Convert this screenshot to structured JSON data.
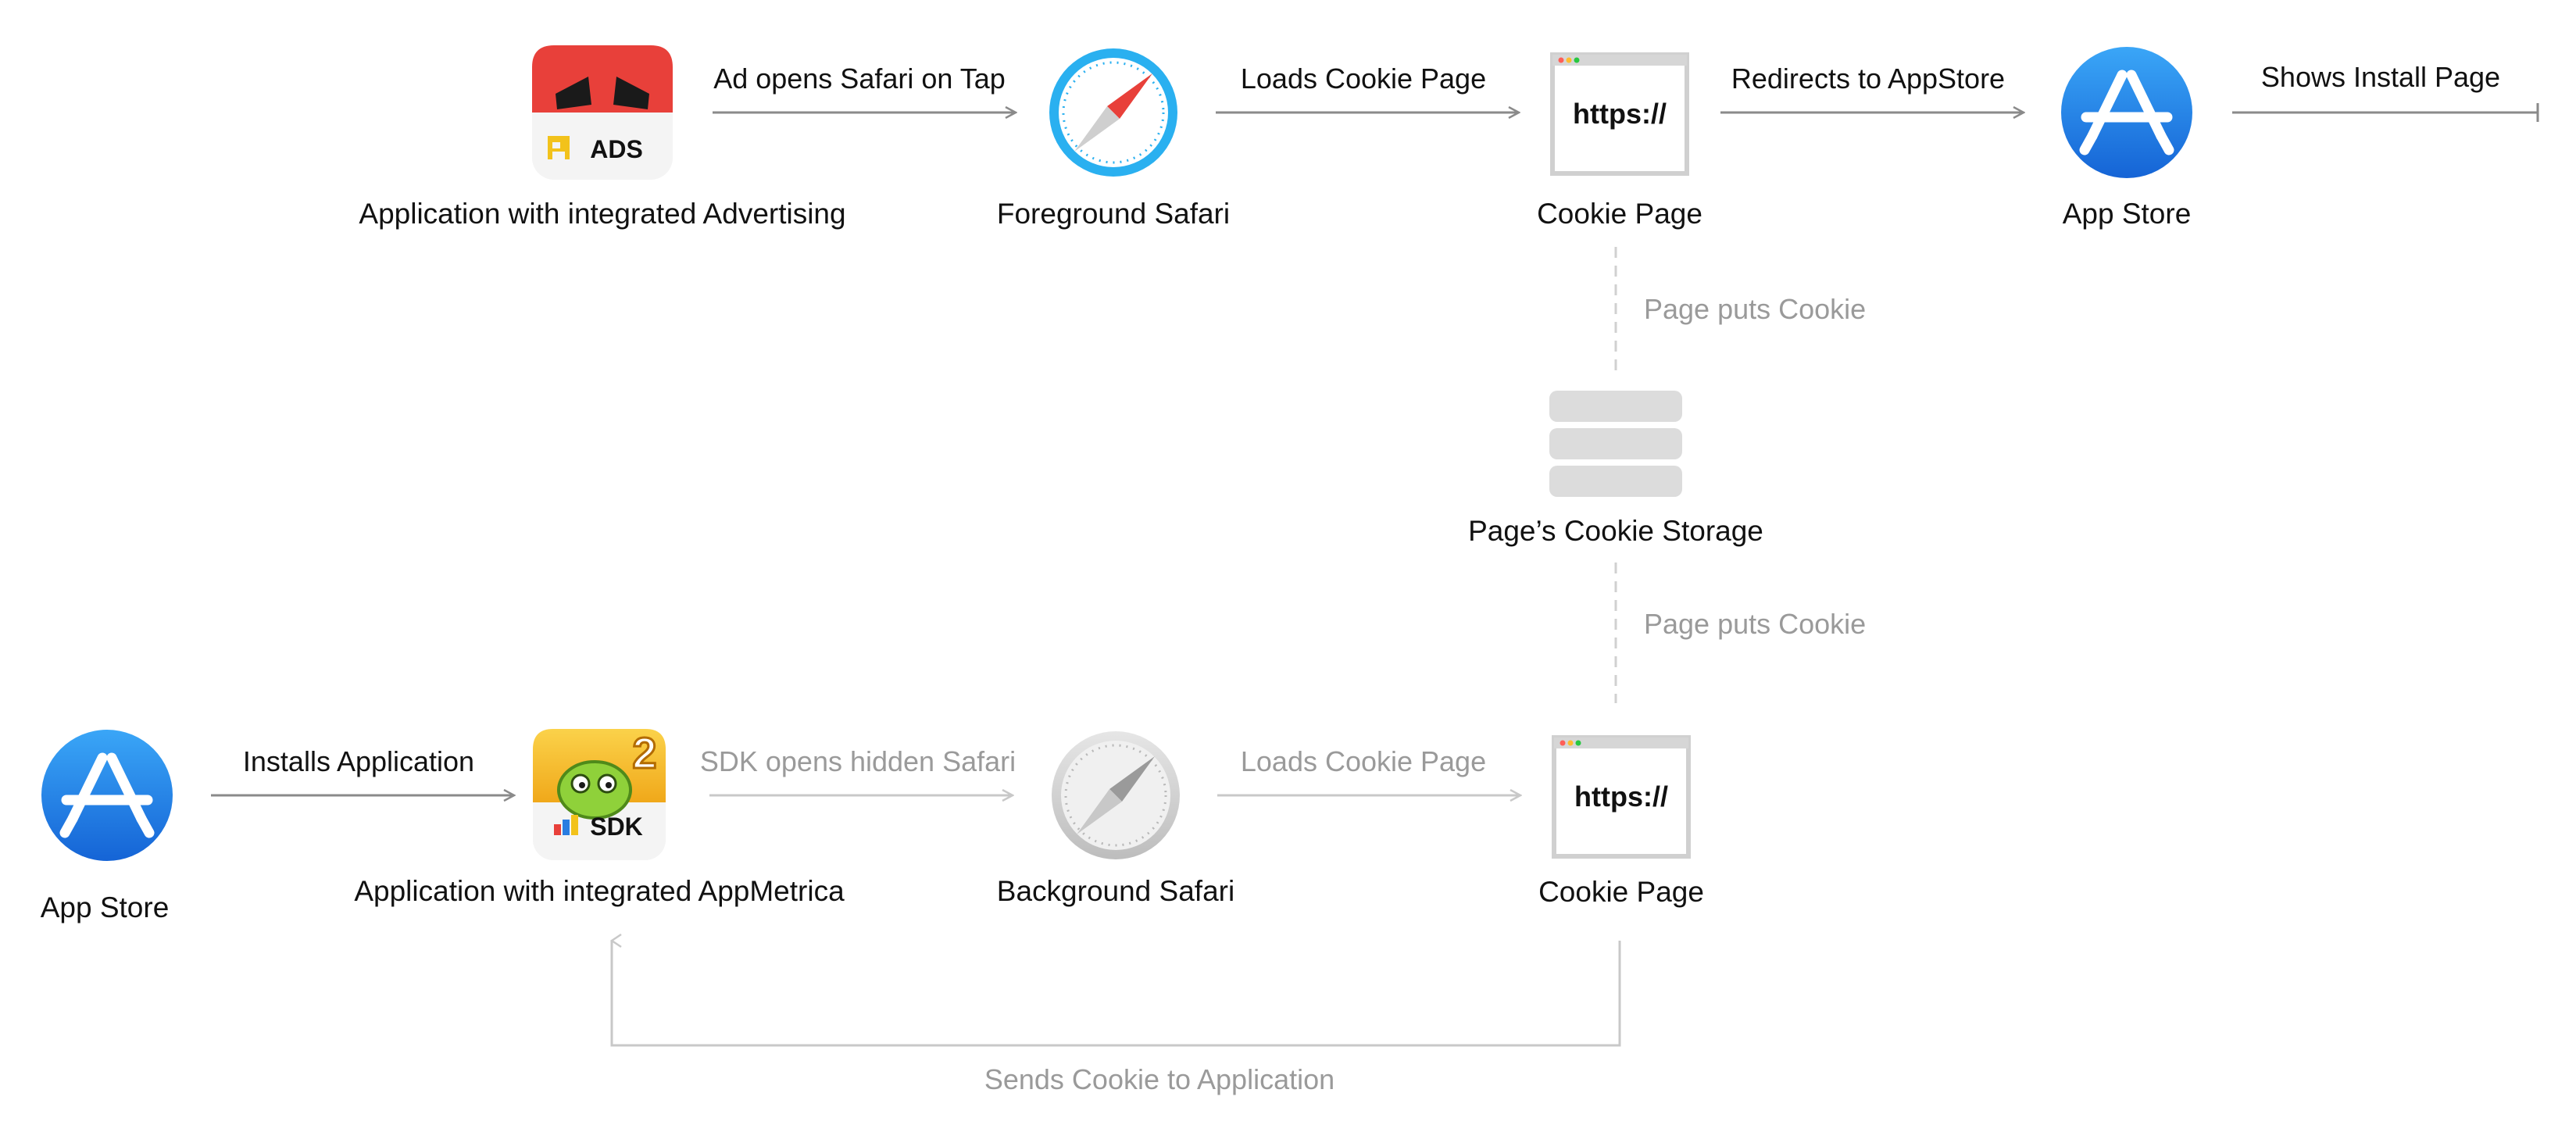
{
  "top_row": {
    "ads_app": {
      "badge": "ADS",
      "label": "Application with integrated Advertising"
    },
    "edge_ad_opens": "Ad opens Safari on Tap",
    "foreground_safari": {
      "label": "Foreground Safari"
    },
    "edge_loads": "Loads Cookie Page",
    "cookie_page": {
      "url": "https://",
      "label": "Cookie Page"
    },
    "edge_redirects": "Redirects to AppStore",
    "app_store": {
      "label": "App Store"
    },
    "edge_shows_install": "Shows Install Page"
  },
  "middle": {
    "edge_puts_cookie_top": "Page puts Cookie",
    "storage": {
      "label": "Page’s Cookie Storage"
    },
    "edge_puts_cookie_bottom": "Page puts Cookie"
  },
  "bottom_row": {
    "app_store": {
      "label": "App Store"
    },
    "edge_installs": "Installs Application",
    "sdk_app": {
      "badge": "SDK",
      "game_badge": "2",
      "label": "Application with integrated AppMetrica"
    },
    "edge_sdk_opens": "SDK opens hidden Safari",
    "background_safari": {
      "label": "Background Safari"
    },
    "edge_loads": "Loads Cookie Page",
    "cookie_page": {
      "url": "https://",
      "label": "Cookie Page"
    },
    "edge_sends_cookie": "Sends Cookie to Application"
  },
  "colors": {
    "app_store_blue": "#1e84e8",
    "safari_blue": "#2ab0f0",
    "ads_red": "#e8403a",
    "ads_yellow": "#f2c21b",
    "muted_text": "#9a9a9a",
    "storage_gray": "#dcdcdc"
  },
  "icons": [
    "ads-app-icon",
    "safari-compass-icon",
    "browser-window-icon",
    "app-store-icon",
    "cookie-storage-icon",
    "game-sdk-app-icon",
    "background-safari-icon"
  ]
}
